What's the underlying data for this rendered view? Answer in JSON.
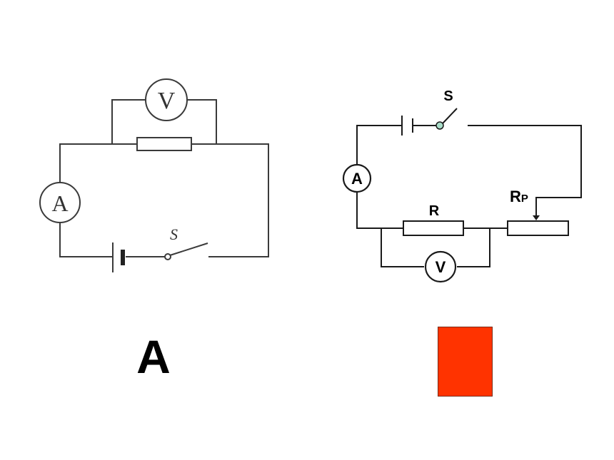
{
  "left_circuit": {
    "voltmeter_symbol": "V",
    "ammeter_symbol": "A",
    "switch_label": "S"
  },
  "right_circuit": {
    "voltmeter_symbol": "V",
    "ammeter_symbol": "A",
    "switch_label": "S",
    "resistor_label": "R",
    "rheostat_label_main": "R",
    "rheostat_label_sub": "P"
  },
  "option_label": "A",
  "answer_block": {
    "color": "#ff3300"
  }
}
